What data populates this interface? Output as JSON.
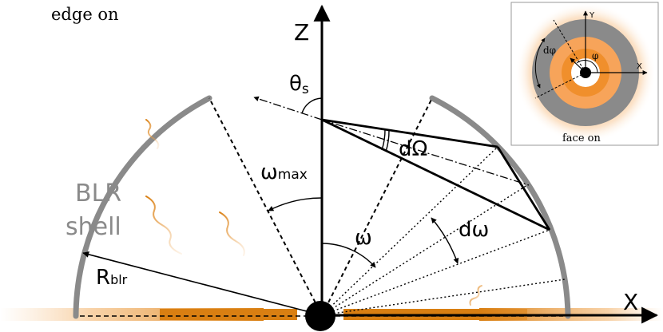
{
  "labels": {
    "view_edge": "edge on",
    "view_face": "face on",
    "axis_z": "Z",
    "axis_x": "X",
    "theta_s_main": "θ",
    "theta_s_sub": "s",
    "omega_max_main": "ω",
    "omega_max_sub": "max",
    "d_omega_solid": "dΩ",
    "omega": "ω",
    "d_omega": "dω",
    "blr_line1": "BLR",
    "blr_line2": "shell",
    "r_blr_main": "R",
    "r_blr_sub": "blr",
    "inset_axis_y": "Y",
    "inset_axis_x": "X",
    "inset_phi": "φ",
    "inset_dphi": "dφ"
  },
  "colors": {
    "shell": "#8a8a8a",
    "disk": "#d97f12",
    "glow": "#f6b26b",
    "ink": "#000000"
  }
}
